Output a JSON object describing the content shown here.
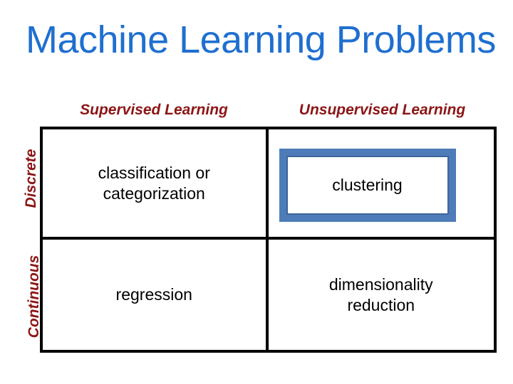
{
  "slide": {
    "title": "Machine Learning Problems",
    "title_color": "#1F6FD0",
    "background_color": "#FFFFFF",
    "header_color": "#8C1515",
    "highlight_color": "#4E7CB8",
    "grid_line_color": "#000000"
  },
  "matrix": {
    "column_headers": [
      {
        "label": "Supervised Learning"
      },
      {
        "label": "Unsupervised Learning"
      }
    ],
    "row_labels": [
      {
        "label": "Discrete"
      },
      {
        "label": "Continuous"
      }
    ],
    "cells": [
      {
        "row": "Discrete",
        "column": "Supervised Learning",
        "line1": "classification or",
        "line2": "categorization",
        "highlighted": false
      },
      {
        "row": "Discrete",
        "column": "Unsupervised Learning",
        "line1": "clustering",
        "line2": "",
        "highlighted": true
      },
      {
        "row": "Continuous",
        "column": "Supervised Learning",
        "line1": "regression",
        "line2": "",
        "highlighted": false
      },
      {
        "row": "Continuous",
        "column": "Unsupervised Learning",
        "line1": "dimensionality",
        "line2": "reduction",
        "highlighted": false
      }
    ]
  }
}
